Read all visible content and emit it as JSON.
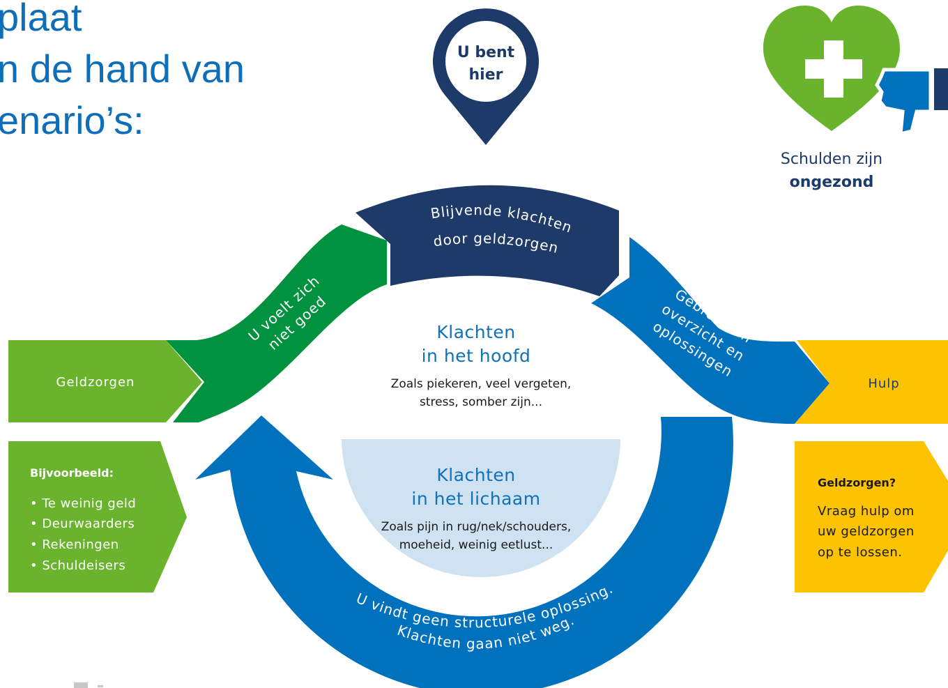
{
  "title": {
    "lines": [
      "plaat",
      "n de hand van",
      "enario’s:"
    ]
  },
  "location_pin": {
    "label_line1": "U bent",
    "label_line2": "hier"
  },
  "health_badge": {
    "caption_line1": "Schulden zijn",
    "caption_line2": "ongezond",
    "icon": "heart-cross-thumbs-down-icon"
  },
  "cycle": {
    "top_arrow": {
      "line1": "Blijvende klachten",
      "line2": "door geldzorgen"
    },
    "left_arrow": {
      "line1": "U voelt zich",
      "line2": "niet goed"
    },
    "right_arrow": {
      "line1": "Gebrek aan",
      "line2": "overzicht en",
      "line3": "oplossingen"
    },
    "bottom_arrow": {
      "line1": "U vindt geen structurele oplossing.",
      "line2": "Klachten gaan niet weg."
    },
    "head": {
      "title1": "Klachten",
      "title2": "in het hoofd",
      "desc1": "Zoals piekeren, veel vergeten,",
      "desc2": "stress, somber zijn..."
    },
    "body": {
      "title1": "Klachten",
      "title2": "in het lichaam",
      "desc1": "Zoals pijn in rug/nek/schouders,",
      "desc2": "moeheid, weinig eetlust..."
    }
  },
  "left_box": {
    "label": "Geldzorgen",
    "example_title": "Bijvoorbeeld:",
    "examples": [
      "Te weinig geld",
      "Deurwaarders",
      "Rekeningen",
      "Schuldeisers"
    ]
  },
  "right_box": {
    "label": "Hulp",
    "question": "Geldzorgen?",
    "advice": [
      "Vraag hulp om",
      "uw geldzorgen",
      "op te lossen."
    ]
  },
  "colors": {
    "title_blue": "#0e6fb8",
    "navy": "#1e3a68",
    "light_green": "#6ab42d",
    "dark_green": "#00923f",
    "blue": "#0071bc",
    "light_blue": "#cfe2f1",
    "yellow": "#fdc300"
  }
}
